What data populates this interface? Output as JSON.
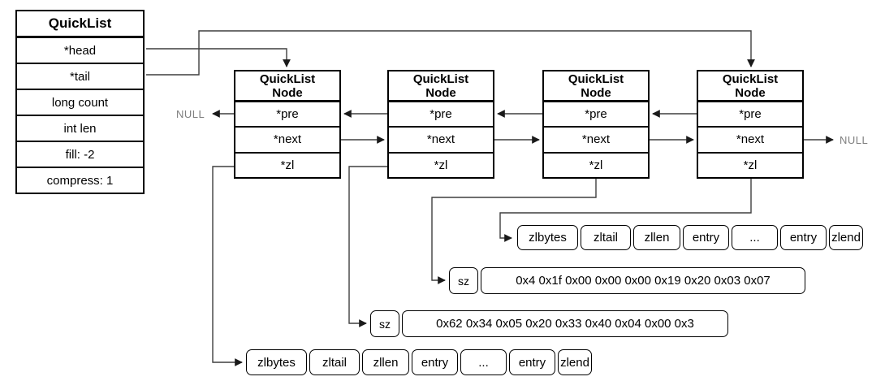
{
  "colors": {
    "box_border": "#000000",
    "connector_line": "#3f3f3f",
    "null_text": "#7f7f7f",
    "background": "#ffffff"
  },
  "quicklist": {
    "title": "QuickList",
    "rows": [
      "*head",
      "*tail",
      "long count",
      "int len",
      "fill: -2",
      "compress: 1"
    ]
  },
  "nodes": [
    {
      "title1": "QuickList",
      "title2": "Node",
      "rows": [
        "*pre",
        "*next",
        "*zl"
      ]
    },
    {
      "title1": "QuickList",
      "title2": "Node",
      "rows": [
        "*pre",
        "*next",
        "*zl"
      ]
    },
    {
      "title1": "QuickList",
      "title2": "Node",
      "rows": [
        "*pre",
        "*next",
        "*zl"
      ]
    },
    {
      "title1": "QuickList",
      "title2": "Node",
      "rows": [
        "*pre",
        "*next",
        "*zl"
      ]
    }
  ],
  "labels": {
    "null_left": "NULL",
    "null_right": "NULL"
  },
  "ziplists": {
    "top": {
      "cells": [
        "zlbytes",
        "zltail",
        "zllen",
        "entry",
        "...",
        "entry",
        "zlend"
      ]
    },
    "bottom": {
      "cells": [
        "zlbytes",
        "zltail",
        "zllen",
        "entry",
        "...",
        "entry",
        "zlend"
      ]
    }
  },
  "sz_boxes": [
    {
      "label": "sz",
      "hex": "0x4 0x1f 0x00 0x00 0x00 0x19 0x20 0x03 0x07"
    },
    {
      "label": "sz",
      "hex": "0x62 0x34 0x05 0x20 0x33 0x40 0x04 0x00 0x3"
    }
  ]
}
